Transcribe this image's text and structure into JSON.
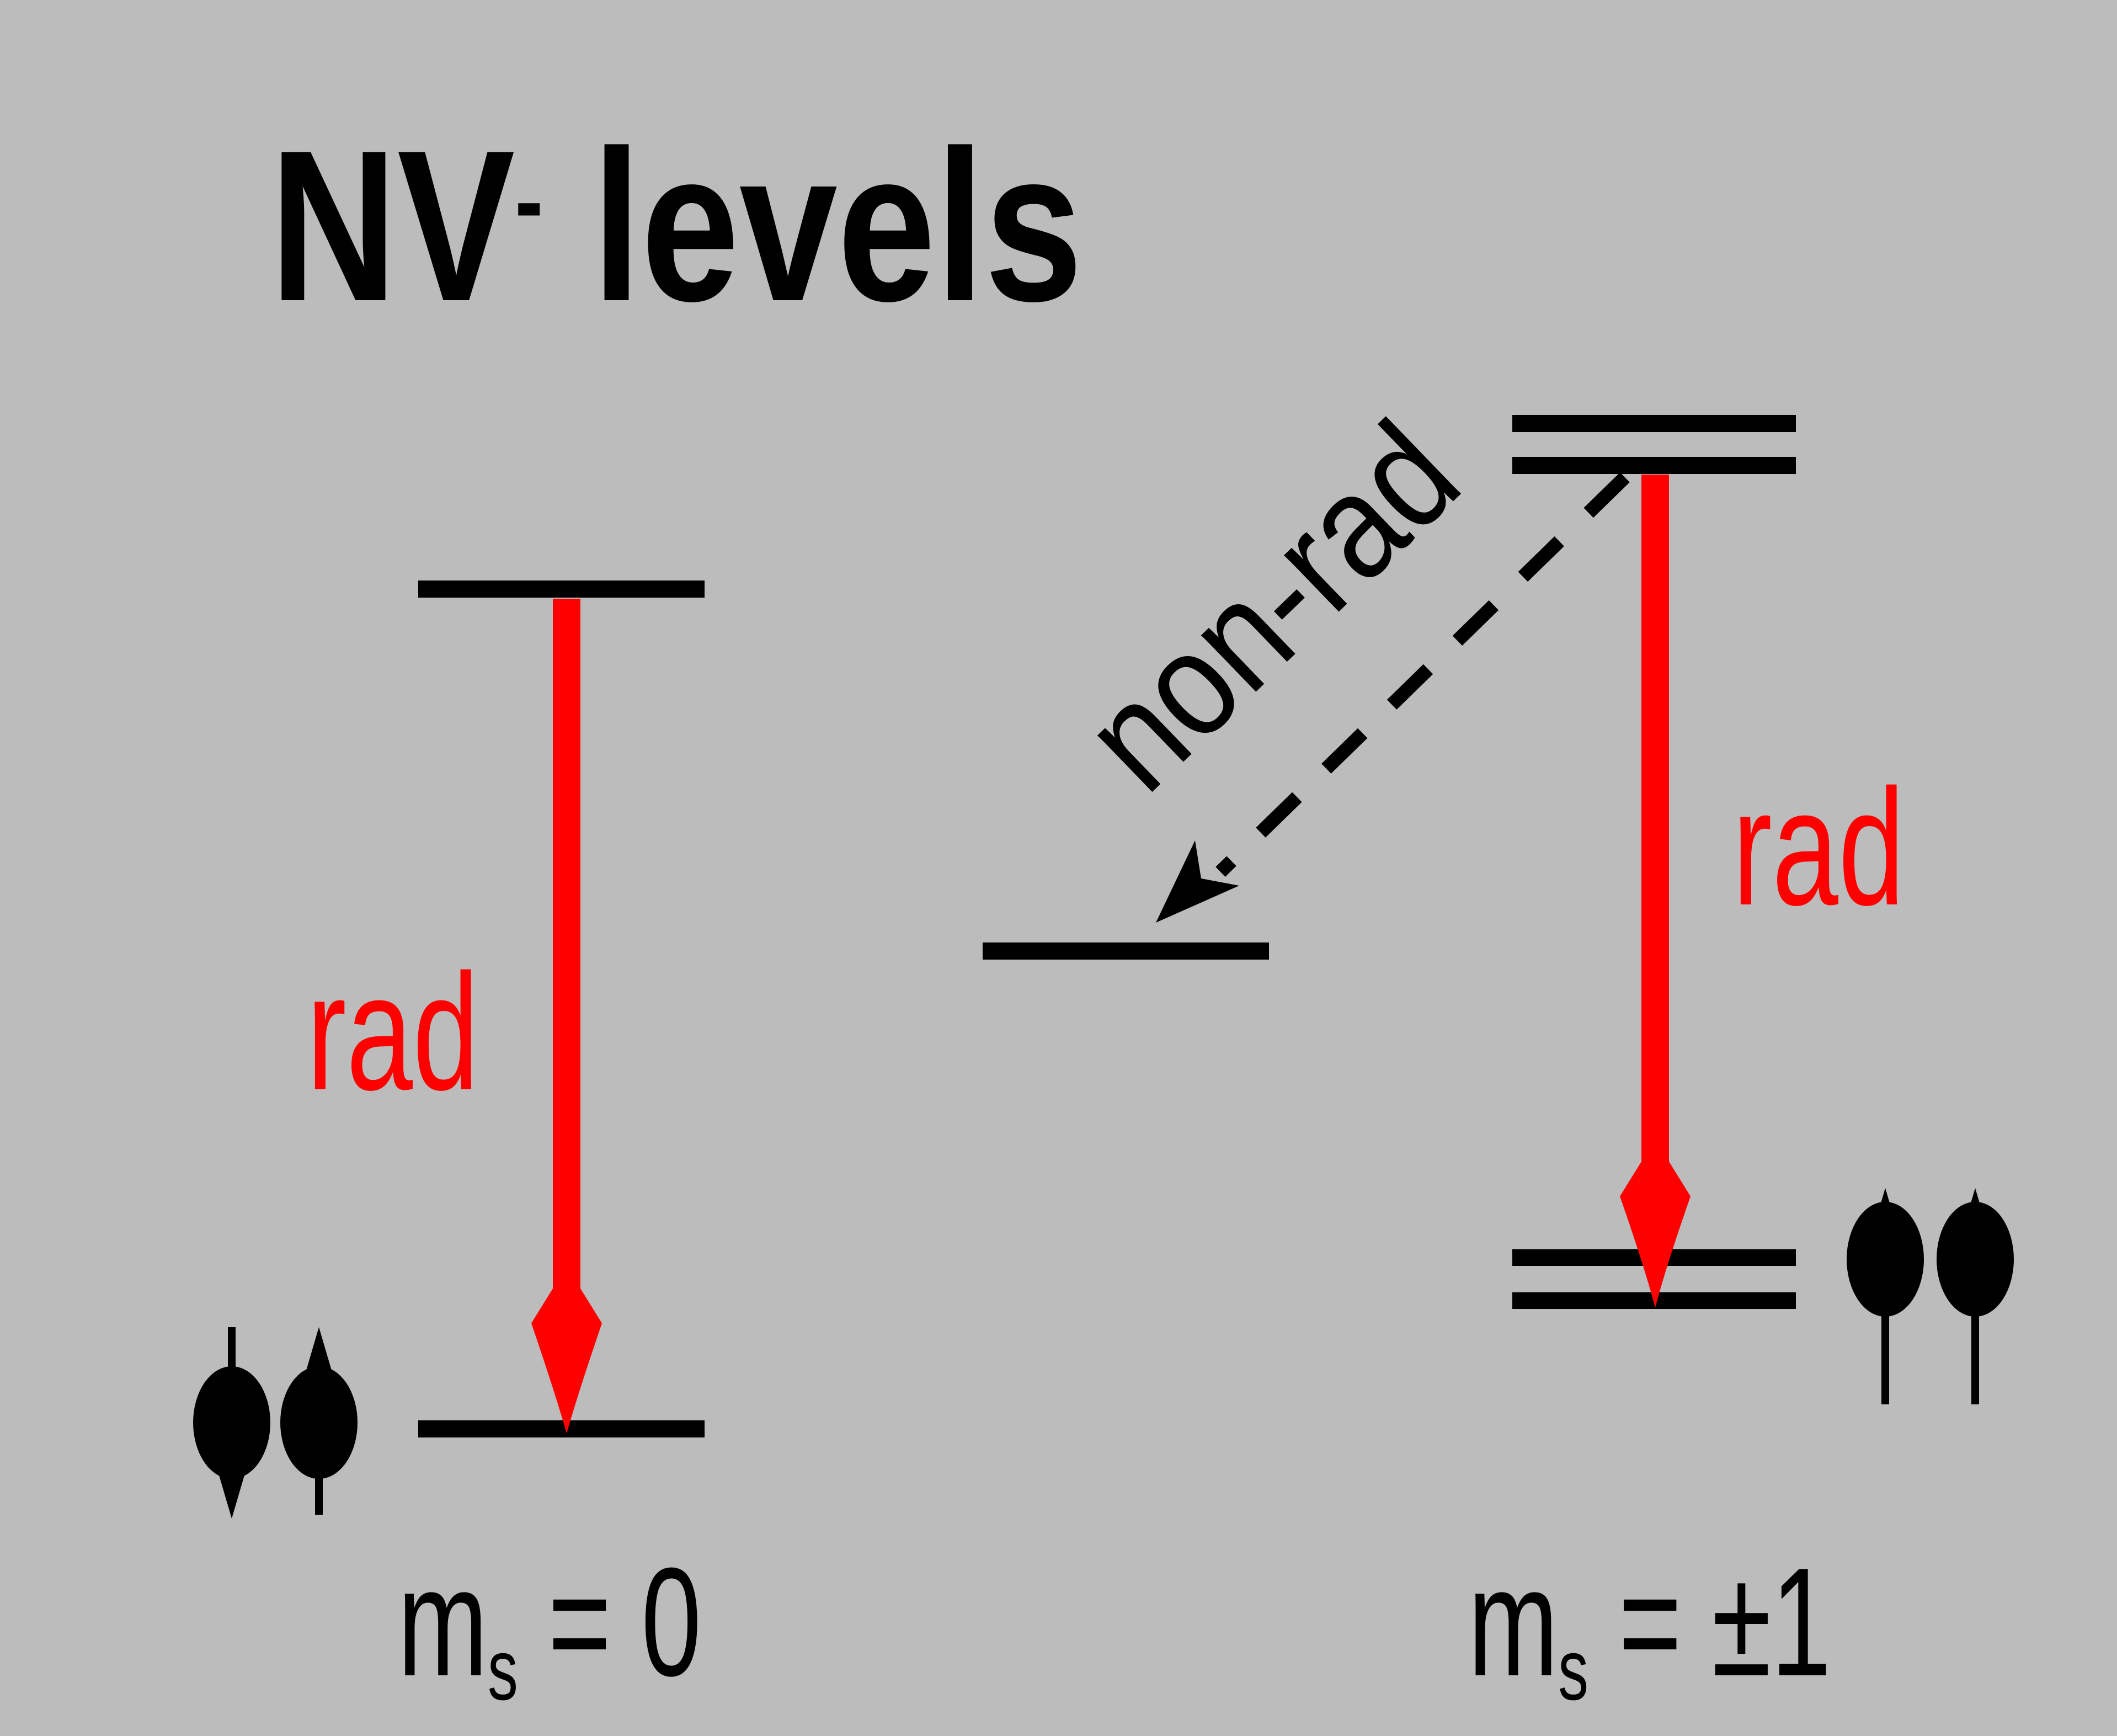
{
  "title": {
    "main": "NV",
    "sup": "-",
    "rest": " levels"
  },
  "left_diagram": {
    "rad_label": "rad",
    "state_label": {
      "m": "m",
      "sub": "s",
      "rest": " = 0"
    },
    "spin_icons": [
      "spin-down",
      "spin-up"
    ],
    "levels": [
      "excited-state",
      "ground-state"
    ]
  },
  "right_diagram": {
    "rad_label": "rad",
    "nonrad_label": "non-rad",
    "state_label": {
      "m": "m",
      "sub": "s",
      "rest": " = ±1"
    },
    "spin_icons": [
      "spin-up",
      "spin-up"
    ],
    "levels": [
      "excited-doublet",
      "singlet-shelf",
      "ground-doublet"
    ]
  },
  "colors": {
    "background": "#bcbcbc",
    "line_black": "#000000",
    "arrow_red": "#fe0000"
  }
}
